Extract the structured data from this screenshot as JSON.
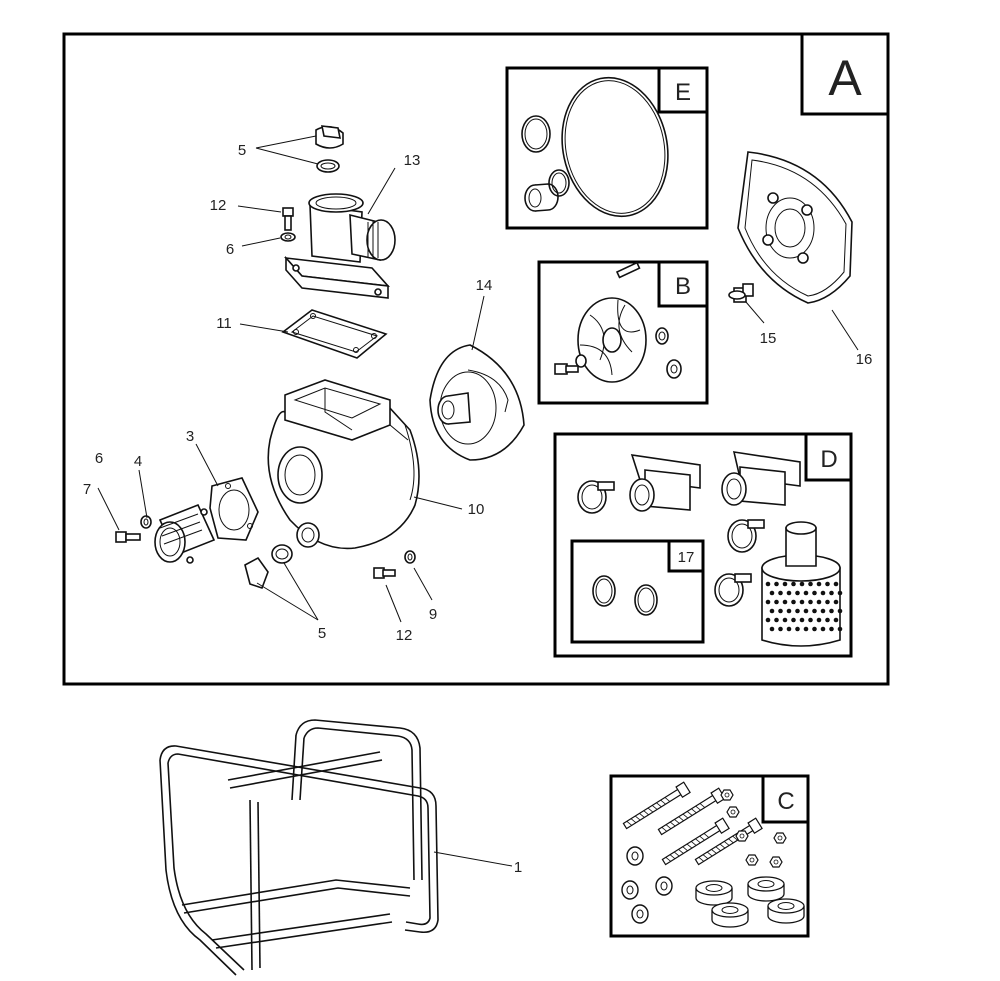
{
  "boxes": {
    "A": "A",
    "B": "B",
    "C": "C",
    "D": "D",
    "E": "E",
    "k17": "17"
  },
  "callouts": {
    "c1": "1",
    "c3": "3",
    "c4": "4",
    "c5_top": "5",
    "c5_bottom": "5",
    "c6_top": "6",
    "c6_left": "6",
    "c7": "7",
    "c9": "9",
    "c10": "10",
    "c11": "11",
    "c12_top": "12",
    "c12_bottom": "12",
    "c13": "13",
    "c14": "14",
    "c15": "15",
    "c16": "16"
  }
}
